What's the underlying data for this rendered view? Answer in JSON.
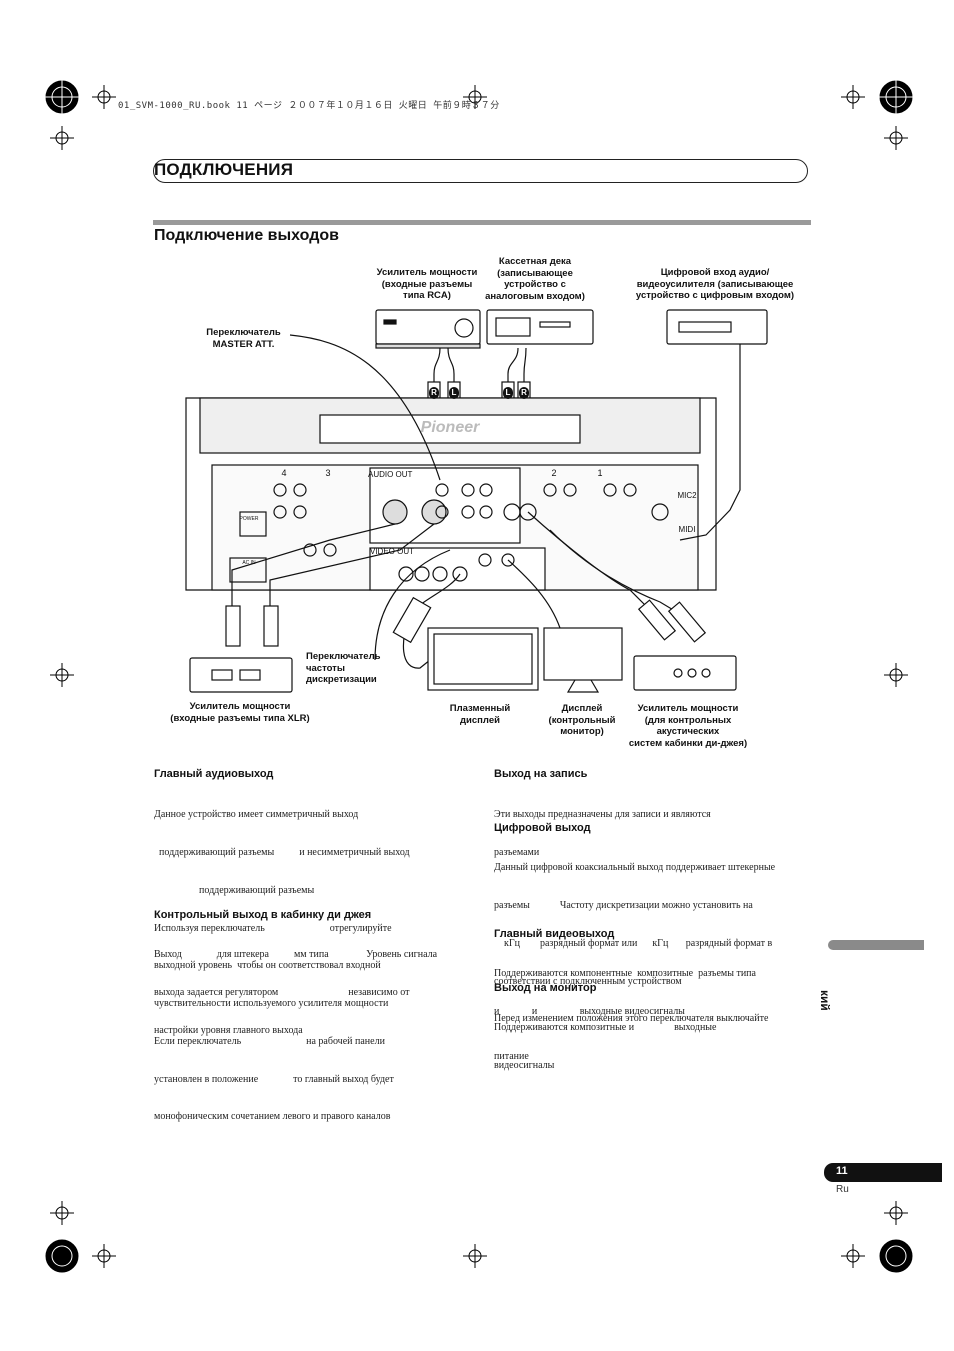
{
  "header": {
    "file_line": "01_SVM-1000_RU.book  11 ページ  ２００７年１０月１６日  火曜日  午前９時３７分"
  },
  "section_title": "ПОДКЛЮЧЕНИЯ",
  "subsection_title": "Подключение выходов",
  "diagram": {
    "label_amp_rca": [
      "Усилитель мощности",
      "(входные разъемы",
      "типа RCA)"
    ],
    "label_cassette": [
      "Кассетная дека",
      "(записывающее",
      "устройство с",
      "аналоговым входом)"
    ],
    "label_digital": [
      "Цифровой вход аудио/",
      "видеоусилителя (записывающее",
      "устройство с цифровым входом)"
    ],
    "label_master_att": [
      "Переключатель",
      "MASTER ATT."
    ],
    "label_sampling": [
      "Переключатель",
      "частоты",
      "дискретизации"
    ],
    "label_amp_xlr": [
      "Усилитель мощности",
      "(входные разъемы типа XLR)"
    ],
    "label_plasma": [
      "Плазменный",
      "дисплей"
    ],
    "label_monitor": [
      "Дисплей",
      "(контрольный",
      "монитор)"
    ],
    "label_booth_amp": [
      "Усилитель мощности",
      "(для контрольных",
      "акустических",
      "систем кабинки ди-джея)"
    ],
    "brand": "Pioneer",
    "panel_audio_out": "AUDIO  OUT",
    "panel_video_out": "VIDEO  OUT",
    "panel_power": "POWER",
    "panel_ac_in": "AC IN",
    "panel_mic2": "MIC2",
    "panel_midi": "MIDI",
    "ch4": "4",
    "ch3": "3",
    "ch2": "2",
    "ch1": "1",
    "plug_R": "R",
    "plug_L": "L"
  },
  "left_col": {
    "h1": "Главный аудиовыход",
    "p1": [
      "Данное устройство имеет симметричный выход",
      "  поддерживающий разъемы          и несимметричный выход",
      "                  поддерживающий разъемы",
      "Используя переключатель                          отрегулируйте",
      "выходной уровень  чтобы он соответствовал входной",
      "чувствительности используемого усилителя мощности",
      "Если переключатель                          на рабочей панели",
      "установлен в положение              то главный выход будет",
      "монофоническим сочетанием левого и правого каналов"
    ],
    "h2": "Контрольный выход  в кабинку ди джея",
    "p2": [
      "Выход              для штекера          мм типа               Уровень сигнала",
      "выхода задается регулятором                            независимо от",
      "настройки уровня главного выхода"
    ]
  },
  "right_col": {
    "h1": "Выход на запись",
    "p1": [
      "Эти выходы предназначены для записи и являются",
      "разъемами"
    ],
    "h2": "Цифровой выход",
    "p2": [
      "Данный цифровой коаксиальный выход поддерживает штекерные",
      "разъемы            Частоту дискретизации можно установить на",
      "    кГц        разрядный формат или      кГц       разрядный формат в",
      "соответствии с подключенным устройством",
      "Перед изменением положения этого переключателя выключайте",
      "питание"
    ],
    "h3": "Главный видеовыход",
    "p3": [
      "Поддерживаются компонентные  композитные  разъемы типа",
      "и             и                 выходные видеосигналы"
    ],
    "h4": "Выход на монитор",
    "p4": [
      "Поддерживаются композитные и                выходные",
      "видеосигналы"
    ]
  },
  "side_tab_text": "кий",
  "page_number": "11",
  "page_lang": "Ru"
}
